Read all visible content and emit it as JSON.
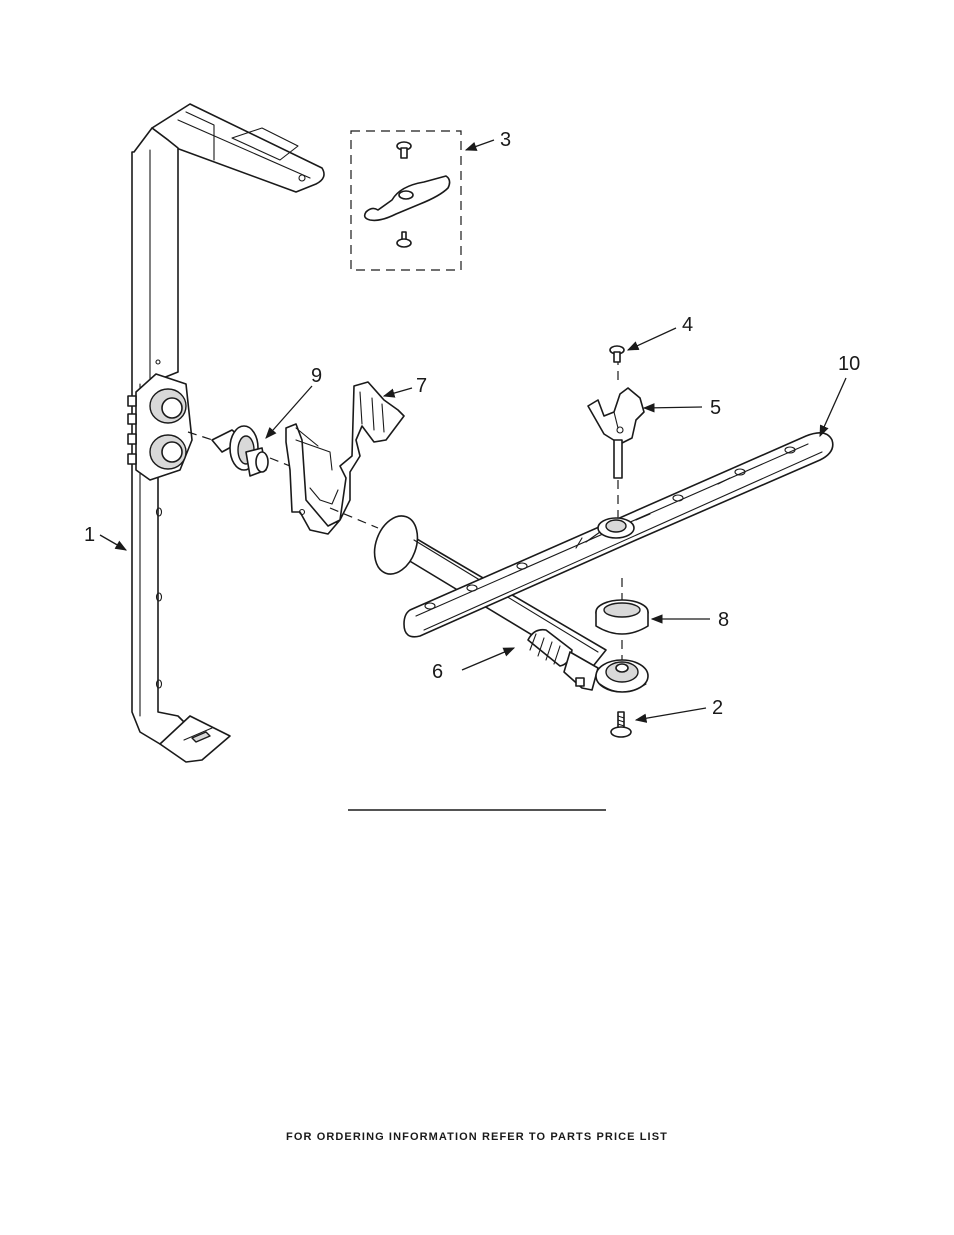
{
  "callouts": {
    "c1": "1",
    "c2": "2",
    "c3": "3",
    "c4": "4",
    "c5": "5",
    "c6": "6",
    "c7": "7",
    "c8": "8",
    "c9": "9",
    "c10": "10"
  },
  "footer": {
    "note": "FOR ORDERING INFORMATION REFER TO PARTS PRICE LIST"
  }
}
